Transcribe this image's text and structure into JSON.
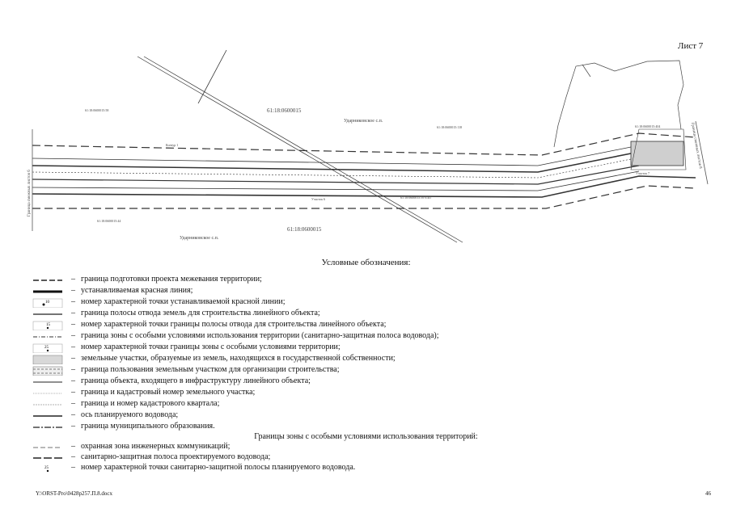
{
  "sheet": {
    "label": "Лист 7"
  },
  "map": {
    "labels": {
      "quarter_top": "61:18:0600015",
      "quarter_bottom": "61:18:0600015",
      "settlement_top": "Ударниковское с.п.",
      "settlement_bottom": "Ударниковское с.п.",
      "left_boundary": "Граница смежных листов 6",
      "right_boundary": "Граница смежных листов 8",
      "parcel_1": "61:18:0600015:58",
      "parcel_2": "61:18:0600015:118",
      "parcel_3": "61:18:0600015:44",
      "parcel_4": "61:18:0600015:39 ЕЗП",
      "parcel_5": "61:18:0600015:404",
      "zone_1": "Контур 1",
      "zone_2": "Участок 6",
      "zone_3": "Участок 7"
    }
  },
  "legend": {
    "title": "Условные обозначения:",
    "items": [
      "граница подготовки проекта межевания территории;",
      "устанавливаемая красная линия;",
      "номер характерной точки устанавливаемой красной линии;",
      "граница полосы отвода земель для строительства линейного объекта;",
      "номер характерной точки границы полосы отвода для строительства линейного объекта;",
      "граница зоны с особыми условиями использования территории (санитарно-защитная полоса водовода);",
      "номер характерной точки границы зоны с особыми условиями территории;",
      "земельные участки, образуемые из земель, находящихся в государственной собственности;",
      "граница пользования земельным участком для организации строительства;",
      "граница объекта, входящего в инфраструктуру линейного объекта;",
      "граница и кадастровый номер земельного участка;",
      "граница и номер кадастрового квартала;",
      "ось планируемого водовода;",
      "граница муниципального образования."
    ],
    "zones_title": "Границы зоны с особыми условиями использования территорий:",
    "zone_items": [
      "охранная зона инженерных коммуникаций;",
      "санитарно-защитная полоса проектируемого водовода;",
      "номер характерной точки санитарно-защитной полосы планируемого водовода."
    ],
    "dash": "–",
    "symbol_labels": [
      "10",
      "15",
      "25",
      "25"
    ]
  },
  "footer": {
    "file": "Y:\\ORST-Pro\\0428p257.П.8.docx",
    "page": "46"
  }
}
